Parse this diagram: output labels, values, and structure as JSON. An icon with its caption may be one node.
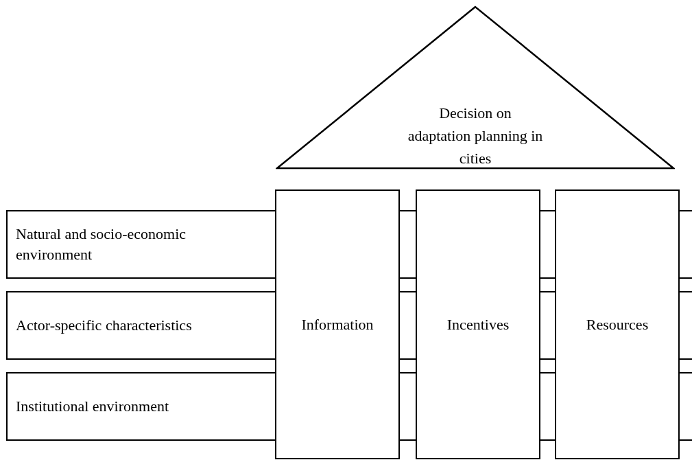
{
  "diagram": {
    "nodes": [
      {
        "text": [
          "Decision on adaptation planning in cities"
        ]
      },
      {
        "text": [
          "Natural and socio-economic environment"
        ]
      },
      {
        "text": [
          "Actor-specific characteristics"
        ]
      },
      {
        "text": [
          "Institutional environment"
        ]
      },
      {
        "text": [
          "Information"
        ]
      },
      {
        "text": [
          "Incentives"
        ]
      },
      {
        "text": [
          "Resources"
        ]
      },
      {
        "text": [],
        "shape": "box"
      },
      {
        "text": [],
        "shape": "box"
      },
      {
        "text": [],
        "shape": "box"
      },
      {
        "text": [],
        "shape": "box"
      },
      {
        "text": [],
        "shape": "box"
      },
      {
        "text": [],
        "shape": "box"
      },
      {
        "text": [],
        "shape": "box"
      },
      {
        "text": [],
        "shape": "box"
      },
      {
        "text": [],
        "shape": "box"
      }
    ]
  }
}
